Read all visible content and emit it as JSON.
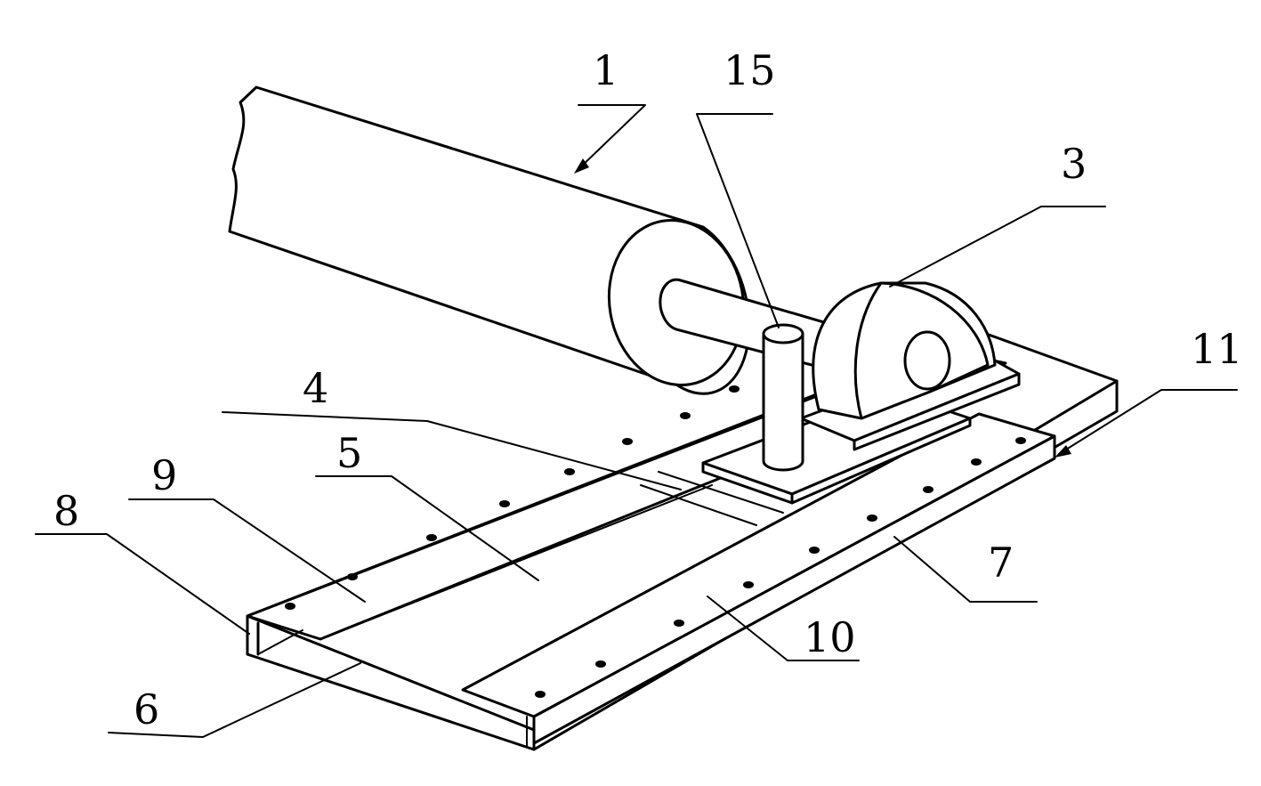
{
  "labels": {
    "l1": "1",
    "l15": "15",
    "l3": "3",
    "l11": "11",
    "l4": "4",
    "l5": "5",
    "l9": "9",
    "l8": "8",
    "l7": "7",
    "l10": "10",
    "l6": "6"
  }
}
